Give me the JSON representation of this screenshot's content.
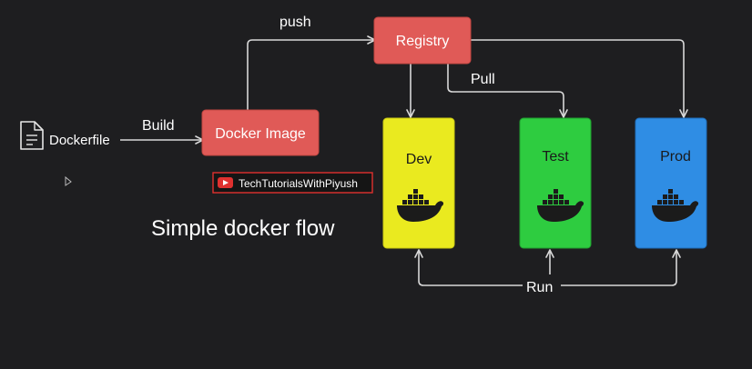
{
  "source": {
    "label": "Dockerfile",
    "icon": "document-icon"
  },
  "edges": {
    "build": "Build",
    "push": "push",
    "pull": "Pull",
    "run": "Run"
  },
  "nodes": {
    "docker_image": {
      "label": "Docker Image",
      "color": "#e05a57"
    },
    "registry": {
      "label": "Registry",
      "color": "#e05a57"
    },
    "dev": {
      "label": "Dev",
      "color": "#eaea1f",
      "icon": "docker-whale-icon"
    },
    "test": {
      "label": "Test",
      "color": "#2ecc40",
      "icon": "docker-whale-icon"
    },
    "prod": {
      "label": "Prod",
      "color": "#2f8de4",
      "icon": "docker-whale-icon"
    }
  },
  "watermark": {
    "text": "TechTutorialsWithPiyush",
    "icon": "youtube-icon",
    "border_color": "#e0312f"
  },
  "caption": "Simple docker flow",
  "colors": {
    "background": "#1e1e20",
    "edge": "#d8d8d8"
  }
}
